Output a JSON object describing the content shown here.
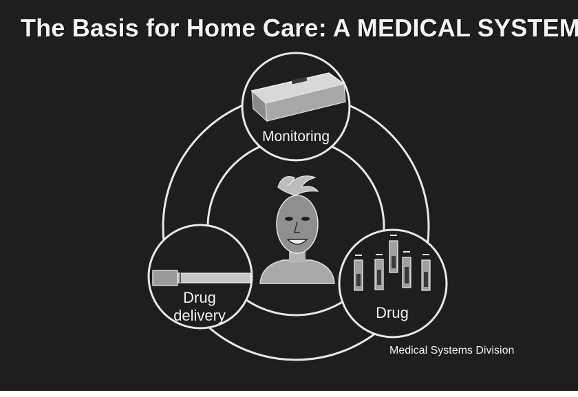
{
  "title": "The Basis for Home Care: A MEDICAL SYSTEM",
  "nodes": {
    "monitoring": "Monitoring",
    "drug_delivery_line1": "Drug",
    "drug_delivery_line2": "delivery",
    "drug": "Drug"
  },
  "footer": "Medical Systems Division",
  "colors": {
    "background": "#1e1e1e",
    "foreground": "#f2f2f2"
  },
  "icons": {
    "monitoring": "monitor-device-icon",
    "drug_delivery": "syringe-tube-icon",
    "drug": "drug-vials-icon",
    "center": "patient-face-icon"
  }
}
